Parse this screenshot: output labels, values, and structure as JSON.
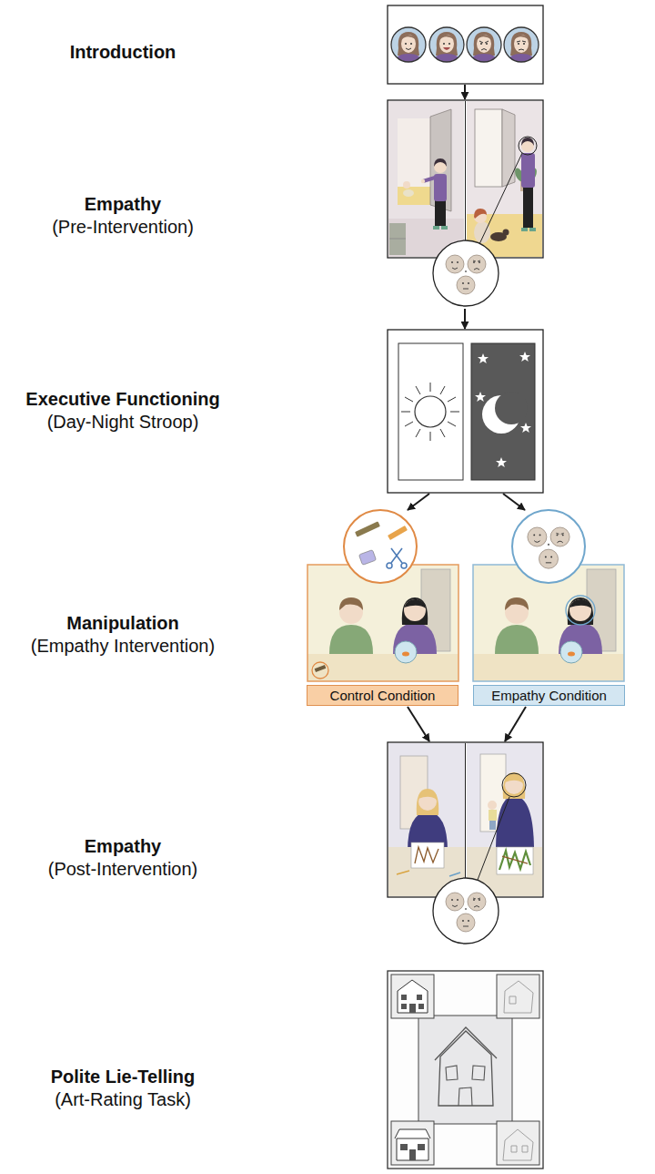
{
  "diagram": {
    "nodes": [
      {
        "text": [
          "Introduction"
        ]
      },
      {
        "text": [
          "Empathy",
          "(Pre-Intervention)"
        ]
      },
      {
        "text": [
          "Executive Functioning",
          "(Day-Night Stroop)"
        ]
      },
      {
        "text": [
          "Control Condition"
        ]
      },
      {
        "text": [
          "Empathy Condition"
        ]
      },
      {
        "text": [
          "Empathy",
          "(Post-Intervention)"
        ]
      },
      {
        "text": [
          "Polite Lie-Telling",
          "(Art-Rating Task)"
        ]
      }
    ],
    "edges": [
      {
        "from": 0,
        "to": 1,
        "arrow": "to"
      },
      {
        "from": 1,
        "to": 2,
        "arrow": "to"
      },
      {
        "from": 2,
        "to": 3,
        "arrow": "to"
      },
      {
        "from": 2,
        "to": 4,
        "arrow": "to"
      },
      {
        "from": 3,
        "to": 5,
        "arrow": "to"
      },
      {
        "from": 4,
        "to": 5,
        "arrow": "to"
      }
    ],
    "labels": [
      "Manipulation",
      "(Empathy Intervention)"
    ]
  }
}
